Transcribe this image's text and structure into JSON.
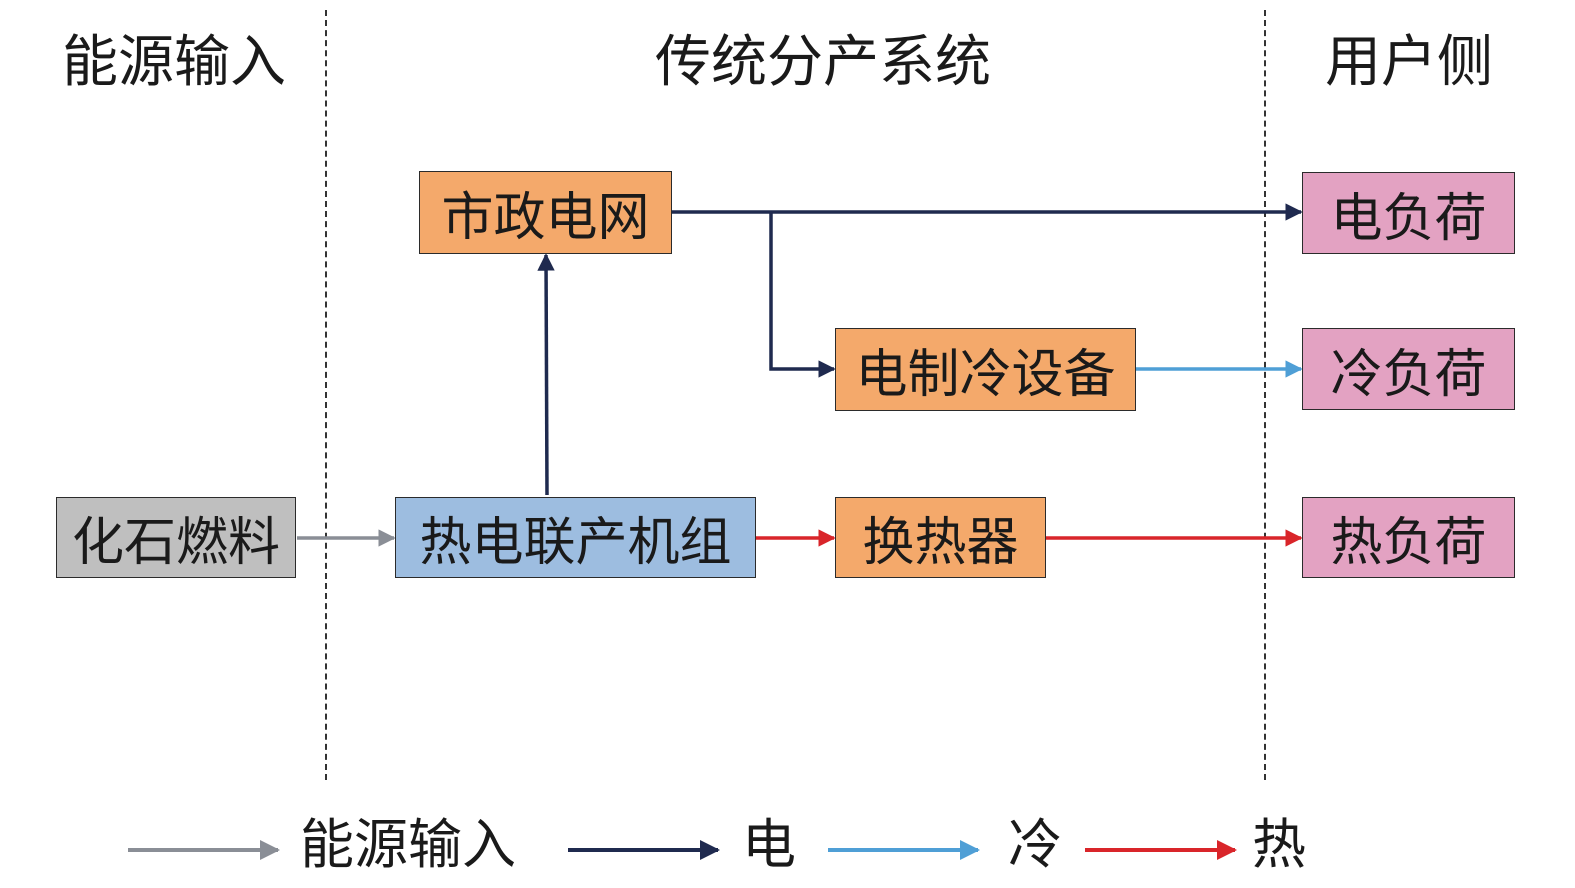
{
  "sections": {
    "input": "能源输入",
    "system": "传统分产系统",
    "user": "用户侧"
  },
  "nodes": {
    "fossil_fuel": "化石燃料",
    "chp_unit": "热电联产机组",
    "municipal_grid": "市政电网",
    "electric_chiller": "电制冷设备",
    "heat_exchanger": "换热器",
    "electric_load": "电负荷",
    "cooling_load": "冷负荷",
    "heat_load": "热负荷"
  },
  "legend": {
    "energy_input": "能源输入",
    "electricity": "电",
    "cooling": "冷",
    "heat": "热"
  },
  "colors": {
    "fuel_box": "#bfbfbf",
    "chp_box": "#9dbde0",
    "device_box": "#f4a96b",
    "load_box": "#e3a2c2",
    "energy_flow": "#8a8e96",
    "electric_flow": "#1f2a4f",
    "cooling_flow": "#4f9fd6",
    "heat_flow": "#d9252a"
  }
}
